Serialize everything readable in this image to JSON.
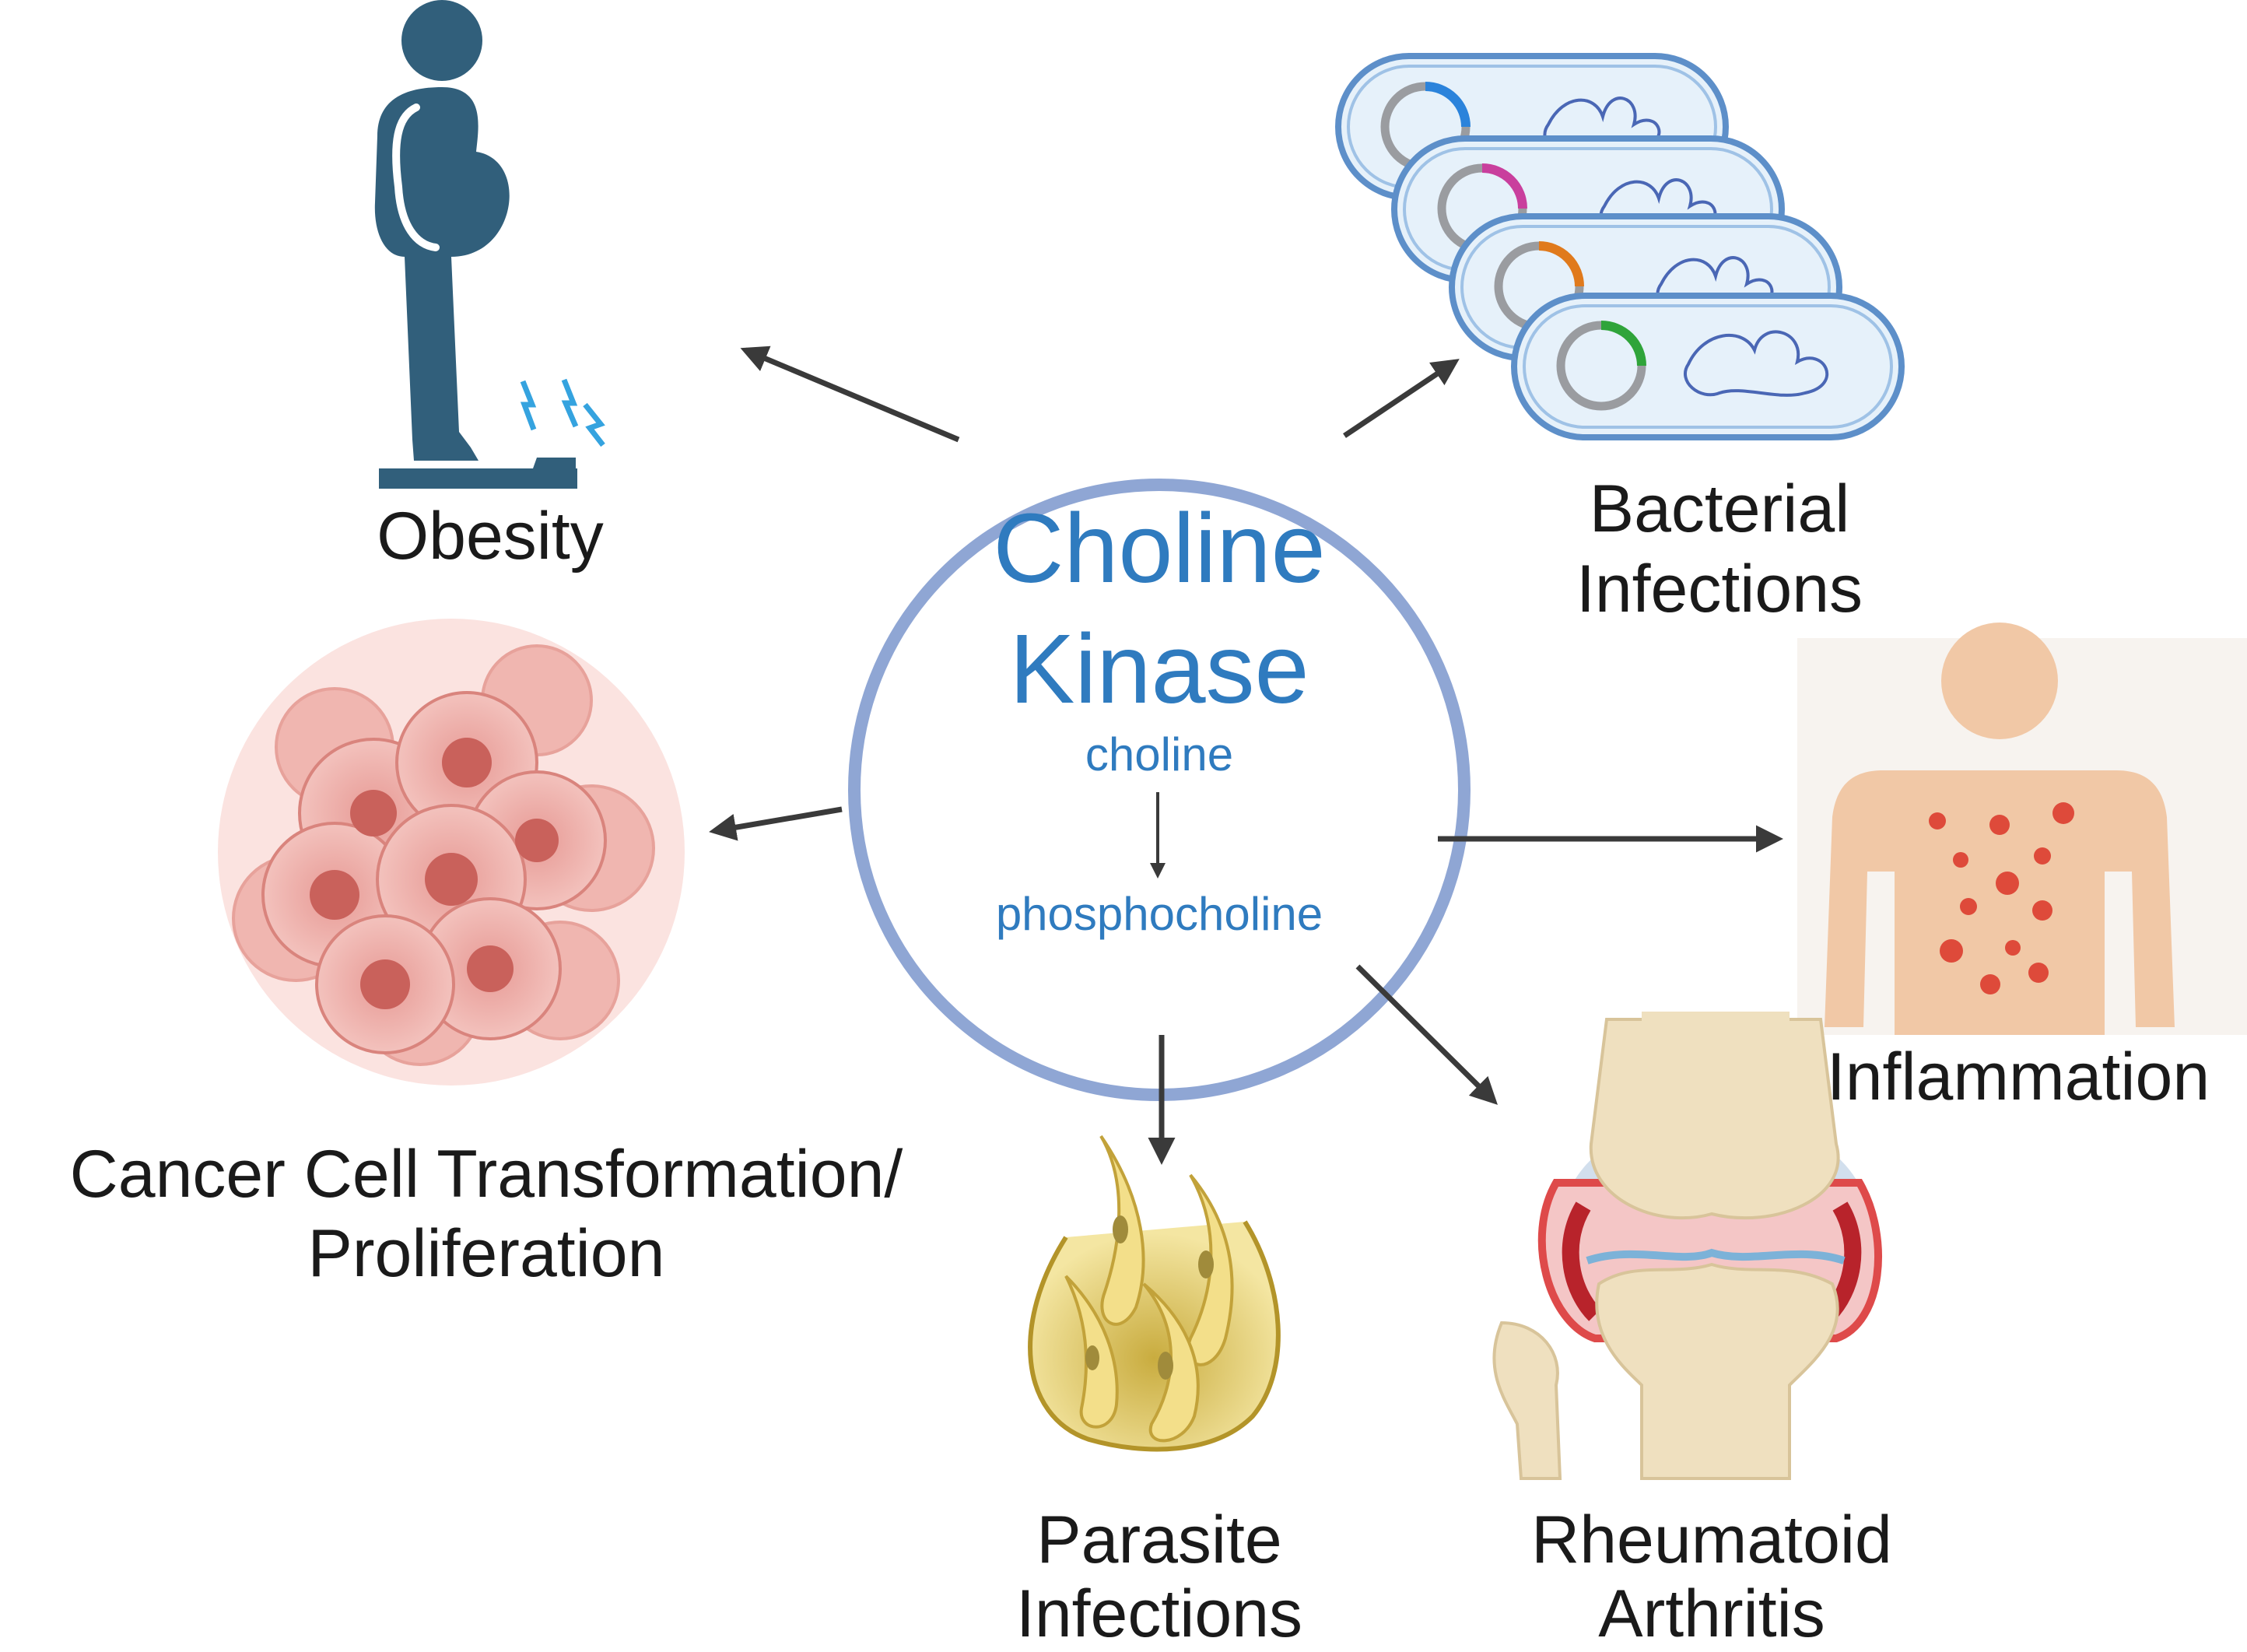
{
  "center": {
    "title_line1": "Choline",
    "title_line2": "Kinase",
    "substrate": "choline",
    "product": "phosphocholine"
  },
  "outcomes": {
    "obesity": "Obesity",
    "bacterial_line1": "Bacterial",
    "bacterial_line2": "Infections",
    "inflammation": "Inflammation",
    "cancer_line1": "Cancer Cell Transformation/",
    "cancer_line2": "Proliferation",
    "parasite_line1": "Parasite",
    "parasite_line2": "Infections",
    "ra_line1": "Rheumatoid",
    "ra_line2": "Arthritis"
  },
  "colors": {
    "circle_stroke": "#8fa6d4",
    "title_blue": "#2f7bbf",
    "arrow": "#3a3a3a",
    "figure_dark": "#315f7b",
    "skin": "#f1c8a6",
    "rash": "#de4a3a",
    "cancer": "#e38e8a",
    "bacteria_fill": "#e6f1fa",
    "bacteria_stroke": "#5d8fc9"
  },
  "icons": {
    "obesity": "obese-person-on-scale-icon",
    "bacteria": "bacteria-stack-icon",
    "inflammation": "person-with-rash-icon",
    "cancer": "cancer-cell-cluster-icon",
    "parasite": "parasite-cyst-icon",
    "arthritis": "inflamed-knee-joint-icon"
  }
}
